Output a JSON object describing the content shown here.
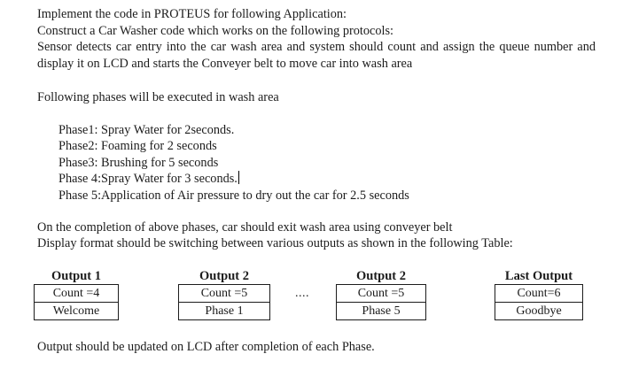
{
  "document": {
    "intro": {
      "line1": "Implement the code in PROTEUS for following Application:",
      "line2": "Construct a Car Washer code which works on the following protocols:",
      "line3": "Sensor detects car entry into the car wash area and system should count and assign the queue number and display it on LCD and starts the Conveyer belt to move car  into wash area"
    },
    "phases_intro": "Following phases will be executed in  wash area",
    "phases": [
      "Phase1: Spray Water for 2seconds.",
      "Phase2: Foaming for 2  seconds",
      "Phase3: Brushing for 5 seconds",
      "Phase 4:Spray Water for 3 seconds.",
      "Phase 5:Application of Air pressure to dry out the car for 2.5 seconds"
    ],
    "completion_line": "On the completion of above phases, car should exit wash area using conveyer belt",
    "display_line": " Display format should be switching between various outputs as shown in the following Table:",
    "outputs": [
      {
        "header": "Output 1",
        "rows": [
          "Count =4",
          "Welcome"
        ]
      },
      {
        "header": "Output 2",
        "rows": [
          "Count =5",
          "Phase 1"
        ]
      },
      {
        "header": "Output 2",
        "rows": [
          "Count =5",
          "Phase 5"
        ]
      },
      {
        "header": "Last Output",
        "rows": [
          "Count=6",
          "Goodbye"
        ]
      }
    ],
    "ellipsis": "....",
    "footer": "Output should be updated on LCD after completion of each Phase."
  }
}
